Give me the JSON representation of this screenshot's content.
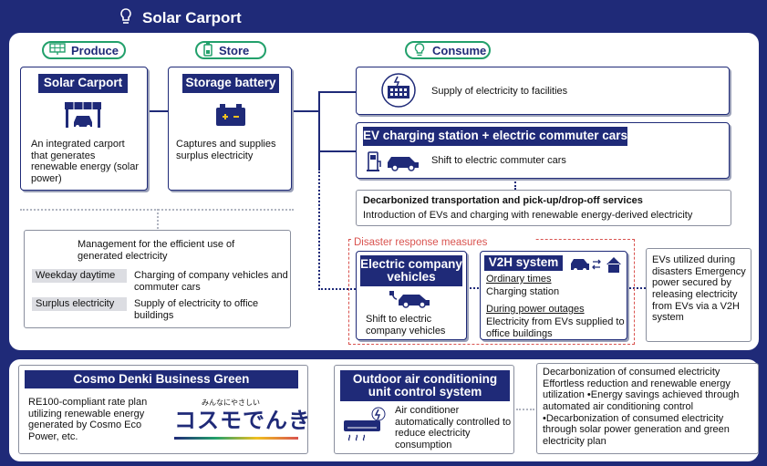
{
  "header": {
    "title": "Solar Carport"
  },
  "pills": {
    "produce": "Produce",
    "store": "Store",
    "consume": "Consume"
  },
  "produce": {
    "title": "Solar Carport",
    "text": "An integrated carport that generates renewable energy (solar power)"
  },
  "store": {
    "title": "Storage battery",
    "text": "Captures and supplies surplus electricity"
  },
  "facilities": {
    "text": "Supply of electricity to facilities"
  },
  "ev_station": {
    "title": "EV charging station + electric commuter cars",
    "text": "Shift to electric commuter cars"
  },
  "decarb_transport": {
    "title": "Decarbonized transportation and pick-up/drop-off services",
    "text": "Introduction of EVs and charging with renewable energy-derived electricity"
  },
  "management": {
    "title": "Management for the efficient use of generated electricity",
    "rows": [
      {
        "label": "Weekday daytime",
        "text": "Charging of company vehicles and commuter cars"
      },
      {
        "label": "Surplus electricity",
        "text": "Supply of electricity to office buildings"
      }
    ]
  },
  "disaster": {
    "label": "Disaster response measures",
    "company_vehicles": {
      "title": "Electric company vehicles",
      "text": "Shift to electric company vehicles"
    },
    "v2h": {
      "title": "V2H system",
      "ordinary_label": "Ordinary times",
      "ordinary_text": "Charging station",
      "outage_label": "During power outages",
      "outage_text": "Electricity from EVs supplied to office buildings"
    },
    "note": "EVs utilized during disasters Emergency power secured by releasing electricity from EVs via a V2H system"
  },
  "cosmo": {
    "title": "Cosmo Denki Business Green",
    "text": "RE100-compliant rate plan utilizing renewable energy generated by Cosmo Eco Power, etc.",
    "logo_small": "みんなにやさしい",
    "logo_main": "コスモでんき"
  },
  "outdoor_ac": {
    "title": "Outdoor air conditioning unit control system",
    "text": "Air conditioner automatically controlled to reduce electricity consumption"
  },
  "consumed": {
    "text": "Decarbonization of consumed electricity Effortless reduction and renewable energy utilization •Energy savings achieved through automated air conditioning control •Decarbonization of consumed electricity through solar power generation and green electricity plan"
  },
  "colors": {
    "navy": "#1f2a78",
    "green": "#22a06b",
    "disaster_red": "#d9534f"
  }
}
